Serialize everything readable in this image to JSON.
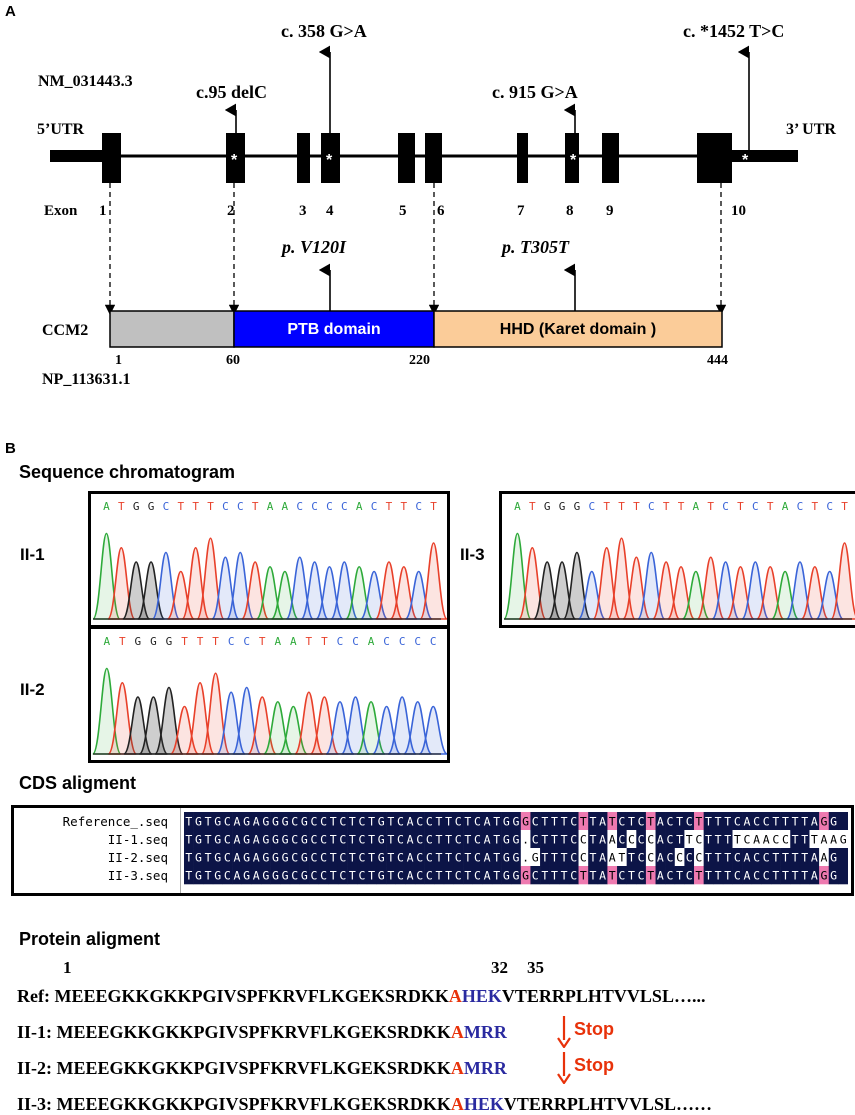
{
  "panelA": {
    "letter": "A",
    "transcript": "NM_031443.3",
    "utr5": "5’UTR",
    "utr3": "3’ UTR",
    "exon_label": "Exon",
    "exons": [
      "1",
      "2",
      "3",
      "4",
      "5",
      "6",
      "7",
      "8",
      "9",
      "10"
    ],
    "variants": [
      "c.95 delC",
      "c. 358 G>A",
      "c. 915 G>A",
      "c. *1452 T>C"
    ],
    "protein_changes": [
      "p. V120I",
      "p. T305T"
    ],
    "protein": "CCM2",
    "protein_id": "NP_113631.1",
    "domains": [
      {
        "label": "",
        "color": "#c0c0c0"
      },
      {
        "label": "PTB domain",
        "color": "#0000ff"
      },
      {
        "label": "HHD (Karet domain )",
        "color": "#fbcc99"
      }
    ],
    "positions": [
      "1",
      "60",
      "220",
      "444"
    ]
  },
  "panelB": {
    "letter": "B",
    "chromatogram_title": "Sequence chromatogram",
    "samples": [
      {
        "id": "II-1",
        "seq": "ATGGCTTTCCTAACCCCACTTCT"
      },
      {
        "id": "II-3",
        "seq": "ATGGGCTTTCTTATCTCTACTCT"
      },
      {
        "id": "II-2",
        "seq": "ATGGGTTTCCTAATTCCACCCC"
      }
    ],
    "cds_title": "CDS aligment",
    "alignment": [
      {
        "name": "Reference_.seq",
        "seq": "TGTGCAGAGGGCGCCTCTCTGTCACCTTCTCATGGGCTTTCTTATCTCTACTCTTTTCACCTTTTAGG"
      },
      {
        "name": "II-1.seq",
        "seq": "TGTGCAGAGGGCGCCTCTCTGTCACCTTCTCATGG.CTTTCCTAACCCCACTTCTTTTCAACCTTTAAG"
      },
      {
        "name": "II-2.seq",
        "seq": "TGTGCAGAGGGCGCCTCTCTGTCACCTTCTCATGG.GTTTCCTAATTCCACCCCTTTCACCTTTTAAG"
      },
      {
        "name": "II-3.seq",
        "seq": "TGTGCAGAGGGCGCCTCTCTGTCACCTTCTCATGGGCTTTCTTATCTCTACTCTTTTCACCTTTTAGG"
      }
    ],
    "protein_title": "Protein aligment",
    "positions": [
      "1",
      "32",
      "35"
    ],
    "proteins": [
      {
        "label": "Ref:",
        "pre": "MEEEGKKGKKPGIVSPFKRVFLKGEKSRDKK",
        "mut": "A",
        "mid": "HEK",
        "post": "VTERRPLHTVVLSL…...",
        "stop": ""
      },
      {
        "label": "II-1:",
        "pre": "MEEEGKKGKKPGIVSPFKRVFLKGEKSRDKK",
        "mut": "A",
        "mid": "MRR",
        "post": "",
        "stop": "Stop"
      },
      {
        "label": "II-2:",
        "pre": "MEEEGKKGKKPGIVSPFKRVFLKGEKSRDKK",
        "mut": "A",
        "mid": "MRR",
        "post": "",
        "stop": "Stop"
      },
      {
        "label": "II-3:",
        "pre": "MEEEGKKGKKPGIVSPFKRVFLKGEKSRDKK",
        "mut": "A",
        "mid": "HEK",
        "post": "VTERRPLHTVVLSL……",
        "stop": ""
      }
    ]
  },
  "colors": {
    "base_A": "#2eaa3a",
    "base_T": "#e8402a",
    "base_G": "#222222",
    "base_C": "#3a64d8",
    "aln_bg": "#0c1447",
    "aln_mismatch_pink": "#ee7ab0",
    "aln_mismatch_cyan": "#7ad8d8",
    "arrow_red": "#e8320a",
    "domain_blue": "#0000ff",
    "domain_peach": "#fbcc99"
  }
}
